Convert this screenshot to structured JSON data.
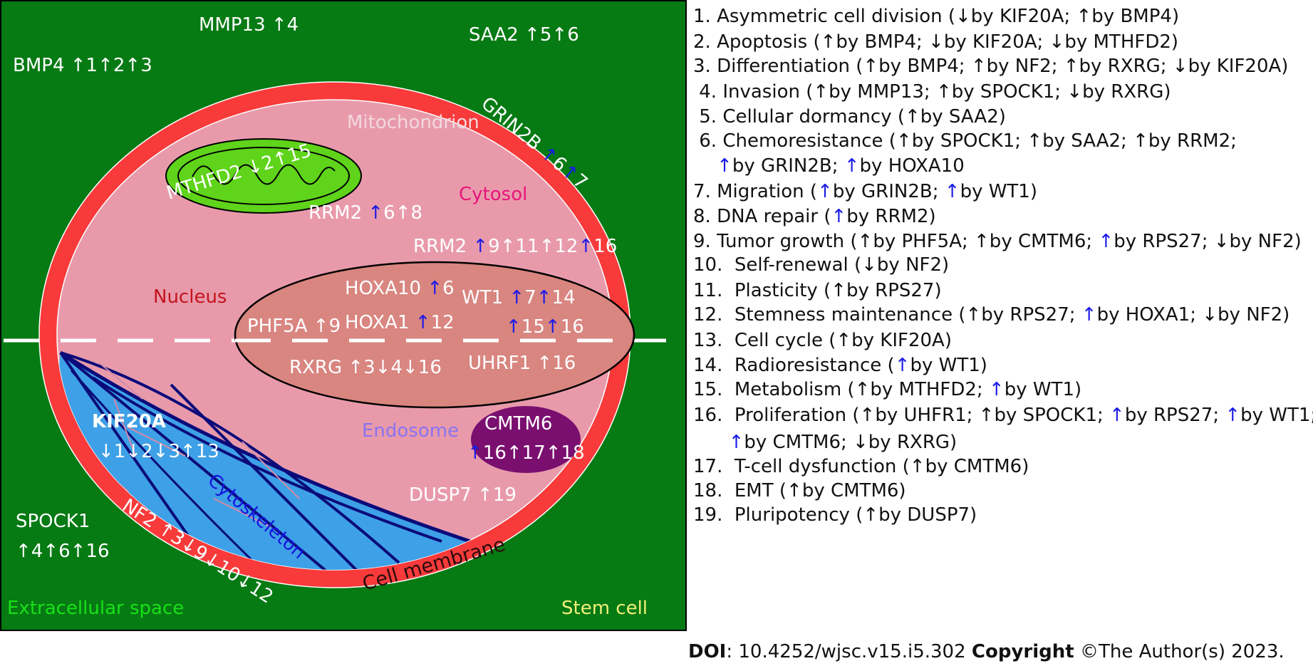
{
  "colors": {
    "extracellular": "#067a13",
    "membrane": "#f83a3a",
    "cytosol": "#e89aab",
    "nucleus": "#d98580",
    "mito_fill": "#5fd41a",
    "cyto_fill": "#3ea0e6",
    "fiber": "#0b0b7a",
    "cmtm6": "#7a0f6f",
    "blue_arrow": "#1a1ae6"
  },
  "regions": {
    "extracellular": "Extracellular space",
    "stem_cell": "Stem cell",
    "cell_membrane": "Cell membrane",
    "mitochondrion": "Mitochondrion",
    "cytosol": "Cytosol",
    "nucleus": "Nucleus",
    "endosome": "Endosome",
    "cytoskeleton": "Cytoskeleton"
  },
  "genes": {
    "mmp13": "MMP13 ↑4",
    "saa2": "SAA2 ↑5↑6",
    "bmp4": "BMP4 ↑1↑2↑3",
    "grin2b_name": "GRIN2B",
    "grin2b_a1": "↑",
    "grin2b_n1": "6",
    "grin2b_a2": "↑",
    "grin2b_n2": "7",
    "mthfd2": "MTHFD2 ↓2↑15",
    "rrm2a_name": "RRM2",
    "rrm2a_arrow1": "↑",
    "rrm2a_rest": "6↑8",
    "rrm2b_name": "RRM2",
    "rrm2b_arrow1": "↑",
    "rrm2b_mid": "9↑11↑12",
    "rrm2b_arrow2": "↑",
    "rrm2b_end": "16",
    "hoxa10_name": "HOXA10",
    "hoxa10_arrow": "↑",
    "hoxa10_num": "6",
    "wt1_name": "WT1",
    "wt1_a1": "↑",
    "wt1_n1": "7",
    "wt1_a2": "↑",
    "wt1_n2": "14",
    "wt1_a3": "↑",
    "wt1_n3": "15",
    "wt1_a4": "↑",
    "wt1_n4": "16",
    "phf5a": "PHF5A ↑9",
    "hoxa1_name": "HOXA1",
    "hoxa1_arrow": "↑",
    "hoxa1_num": "12",
    "rxrg": "RXRG ↑3↓4↓16",
    "uhrf1": "UHRF1 ↑16",
    "kif20a_name": "KIF20A",
    "kif20a_nums": "↓1↓2↓3↑13",
    "cmtm6_name": "CMTM6",
    "cmtm6_arrow": "↑",
    "cmtm6_nums": "16↑17↑18",
    "dusp7": "DUSP7 ↑19",
    "spock1_name": "SPOCK1",
    "spock1_nums": "↑4↑6↑16",
    "nf2": "NF2 ↑3↓9↓10↓12"
  },
  "legend": [
    [
      {
        "t": "1. Asymmetric cell division (↓by KIF20A; ↑by BMP4)"
      }
    ],
    [
      {
        "t": "2. Apoptosis (↑by BMP4; ↓by KIF20A; ↓by MTHFD2)"
      }
    ],
    [
      {
        "t": "3. Differentiation (↑by BMP4; ↑by NF2; ↑by RXRG; ↓by KIF20A)"
      }
    ],
    [
      {
        "t": " 4. Invasion (↑by MMP13; ↑by SPOCK1; ↓by RXRG)"
      }
    ],
    [
      {
        "t": " 5. Cellular dormancy (↑by SAA2)"
      }
    ],
    [
      {
        "t": " 6. Chemoresistance (↑by SPOCK1; ↑by SAA2; ↑by RRM2;"
      }
    ],
    [
      {
        "t": "    "
      },
      {
        "t": "↑",
        "b": 1
      },
      {
        "t": "by GRIN2B; "
      },
      {
        "t": "↑",
        "b": 1
      },
      {
        "t": "by HOXA10"
      }
    ],
    [
      {
        "t": "7. Migration ("
      },
      {
        "t": "↑",
        "b": 1
      },
      {
        "t": "by GRIN2B; "
      },
      {
        "t": "↑",
        "b": 1
      },
      {
        "t": "by WT1)"
      }
    ],
    [
      {
        "t": "8. DNA repair ("
      },
      {
        "t": "↑",
        "b": 1
      },
      {
        "t": "by RRM2)"
      }
    ],
    [
      {
        "t": "9. Tumor growth (↑by PHF5A; ↑by CMTM6; "
      },
      {
        "t": "↑",
        "b": 1
      },
      {
        "t": "by RPS27; ↓by NF2)"
      }
    ],
    [
      {
        "t": "10.  Self-renewal (↓by NF2)"
      }
    ],
    [
      {
        "t": "11.  Plasticity (↑by RPS27)"
      }
    ],
    [
      {
        "t": "12.  Stemness maintenance (↑by RPS27; "
      },
      {
        "t": "↑",
        "b": 1
      },
      {
        "t": "by HOXA1; ↓by NF2)"
      }
    ],
    [
      {
        "t": "13.  Cell cycle (↑by KIF20A)"
      }
    ],
    [
      {
        "t": "14.  Radioresistance ("
      },
      {
        "t": "↑",
        "b": 1
      },
      {
        "t": "by WT1)"
      }
    ],
    [
      {
        "t": "15.  Metabolism (↑by MTHFD2; "
      },
      {
        "t": "↑",
        "b": 1
      },
      {
        "t": "by WT1)"
      }
    ],
    [
      {
        "t": "16.  Proliferation (↑by UHFR1; ↑by SPOCK1; "
      },
      {
        "t": "↑",
        "b": 1
      },
      {
        "t": "by RPS27; "
      },
      {
        "t": "↑",
        "b": 1
      },
      {
        "t": "by WT1;"
      }
    ],
    [
      {
        "t": "      "
      },
      {
        "t": "↑",
        "b": 1
      },
      {
        "t": "by CMTM6; ↓by RXRG)"
      }
    ],
    [
      {
        "t": "17.  T-cell dysfunction (↑by CMTM6)"
      }
    ],
    [
      {
        "t": "18.  EMT (↑by CMTM6)"
      }
    ],
    [
      {
        "t": "19.  Pluripotency (↑by DUSP7)"
      }
    ]
  ],
  "footer": {
    "doi_label": "DOI",
    "doi_value": ": 10.4252/wjsc.v15.i5.302 ",
    "copyright_label": "Copyright",
    "copyright_value": " ©The Author(s) 2023."
  }
}
